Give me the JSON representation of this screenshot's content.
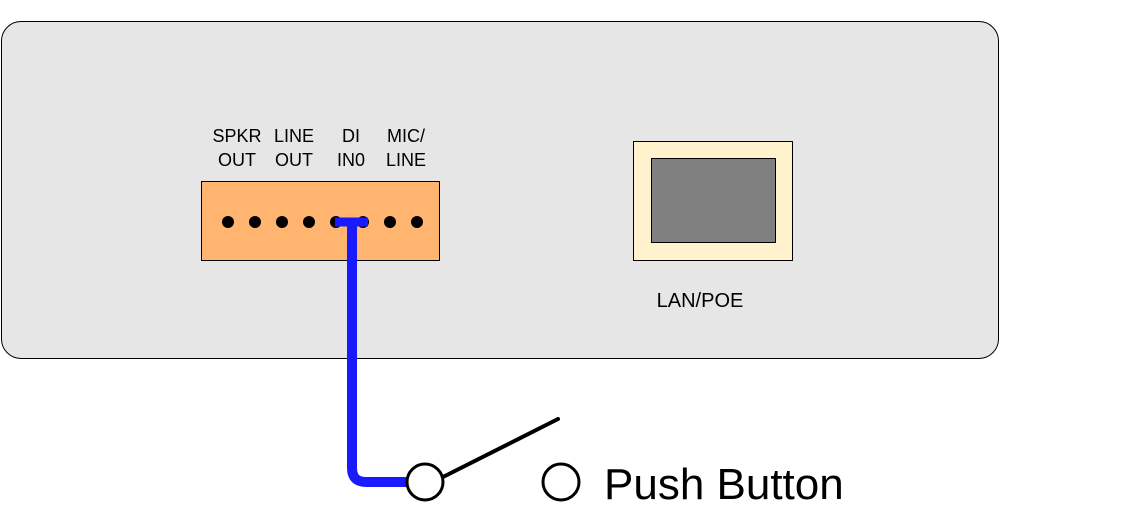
{
  "device": {
    "terminal_block": {
      "ports": [
        {
          "line1": "SPKR",
          "line2": "OUT"
        },
        {
          "line1": "LINE",
          "line2": "OUT"
        },
        {
          "line1": "DI",
          "line2": "IN0"
        },
        {
          "line1": "MIC/",
          "line2": "LINE"
        }
      ],
      "pin_count": 8
    },
    "lan_port": {
      "label": "LAN/POE"
    }
  },
  "push_button": {
    "label": "Push Button"
  },
  "colors": {
    "panel": "#e6e6e6",
    "terminal_block": "#ffb570",
    "wire": "#1a1aff",
    "lan_outer": "#fff2cc",
    "lan_inner": "#808080"
  }
}
